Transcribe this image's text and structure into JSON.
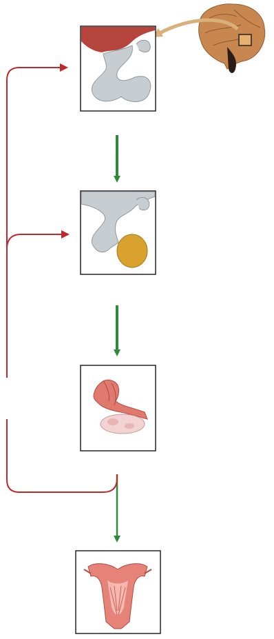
{
  "diagram": {
    "panels": [
      {
        "id": "hypothalamus",
        "icon": "hypothalamus-illustration"
      },
      {
        "id": "anterior-pituitary",
        "icon": "pituitary-illustration"
      },
      {
        "id": "ovary",
        "icon": "ovary-illustration"
      },
      {
        "id": "uterus",
        "icon": "uterus-illustration"
      }
    ],
    "brain_icon": "brain-illustration",
    "colors": {
      "stimulatory_arrow": "#2e8b3c",
      "feedback_arrow": "#c0282b",
      "hypothalamus_tissue": "#b5453c",
      "pituitary_tissue": "#c8cdd2",
      "anterior_lobe": "#d9a22e",
      "ovary_tissue": "#e07a6e",
      "uterus_tissue": "#e58378",
      "brain_callout": "#d9b07a"
    }
  }
}
